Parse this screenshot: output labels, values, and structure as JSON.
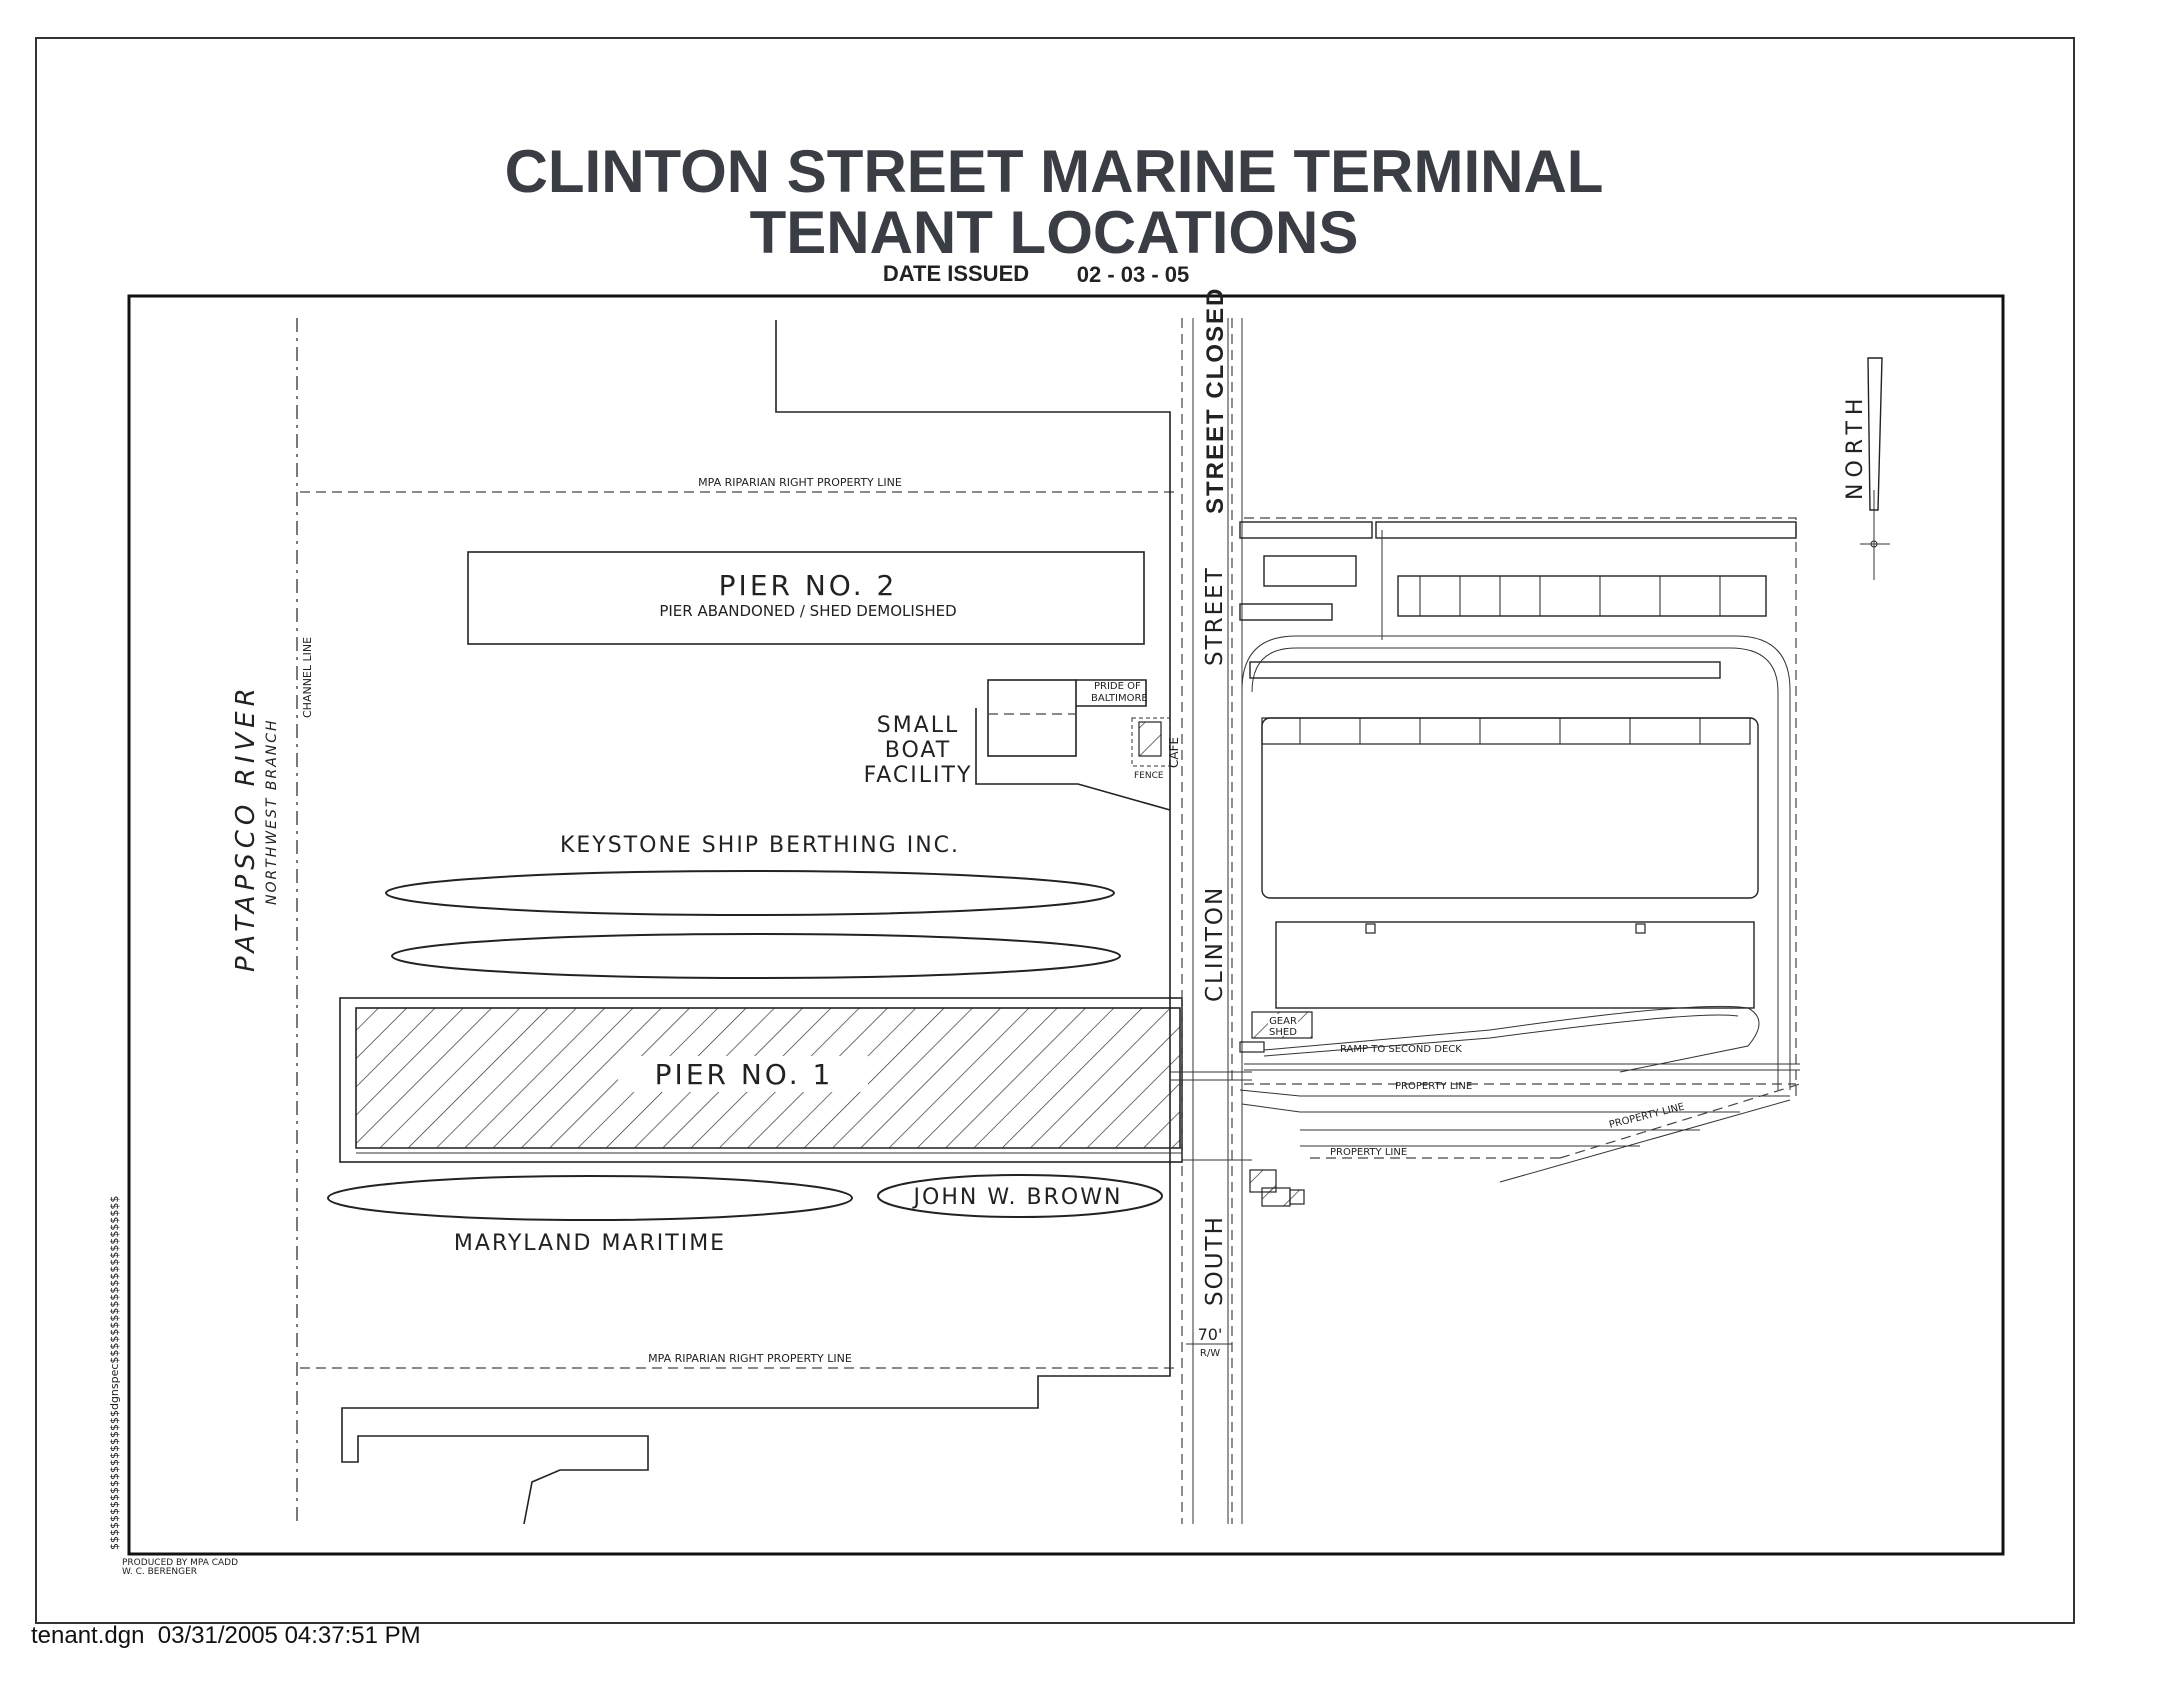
{
  "title": {
    "line1": "CLINTON STREET MARINE TERMINAL",
    "line2": "TENANT LOCATIONS",
    "date_label": "DATE ISSUED",
    "date_value": "02 - 03 - 05"
  },
  "labels": {
    "pier2": "PIER NO. 2",
    "pier2_note": "PIER ABANDONED / SHED DEMOLISHED",
    "pride1": "PRIDE OF",
    "pride2": "BALTIMORE",
    "small_boat1": "SMALL",
    "small_boat2": "BOAT",
    "small_boat3": "FACILITY",
    "cafe": "CAFE",
    "fence": "FENCE",
    "keystone": "KEYSTONE SHIP BERTHING INC.",
    "pier1": "PIER NO. 1",
    "john_brown": "JOHN W. BROWN",
    "maryland_maritime": "MARYLAND MARITIME",
    "riparian_top": "MPA RIPARIAN RIGHT PROPERTY LINE",
    "riparian_bottom": "MPA RIPARIAN RIGHT PROPERTY LINE",
    "patapsco": "PATAPSCO RIVER",
    "northwest_branch": "NORTHWEST BRANCH",
    "channel_line": "CHANNEL LINE",
    "street_clinton": "CLINTON",
    "street_street": "STREET",
    "street_closed": "STREET CLOSED",
    "street_south": "SOUTH",
    "row_width": "70'",
    "row_abbr": "R/W",
    "gear_shed1": "GEAR",
    "gear_shed2": "SHED",
    "ramp": "RAMP TO SECOND DECK",
    "property_line_1": "PROPERTY LINE",
    "property_line_2": "PROPERTY LINE",
    "property_line_3": "PROPERTY LINE",
    "north": "NORTH",
    "produced1": "PRODUCED BY MPA CADD",
    "produced2": "W. C. BERENGER",
    "side_code": "$$$$$$$$$$$$$$$$$$$$dgnspec$$$$$$$$$$$$$$$$$$$$$$$$"
  },
  "footer": {
    "file": "tenant.dgn",
    "timestamp": "03/31/2005 04:37:51 PM"
  }
}
